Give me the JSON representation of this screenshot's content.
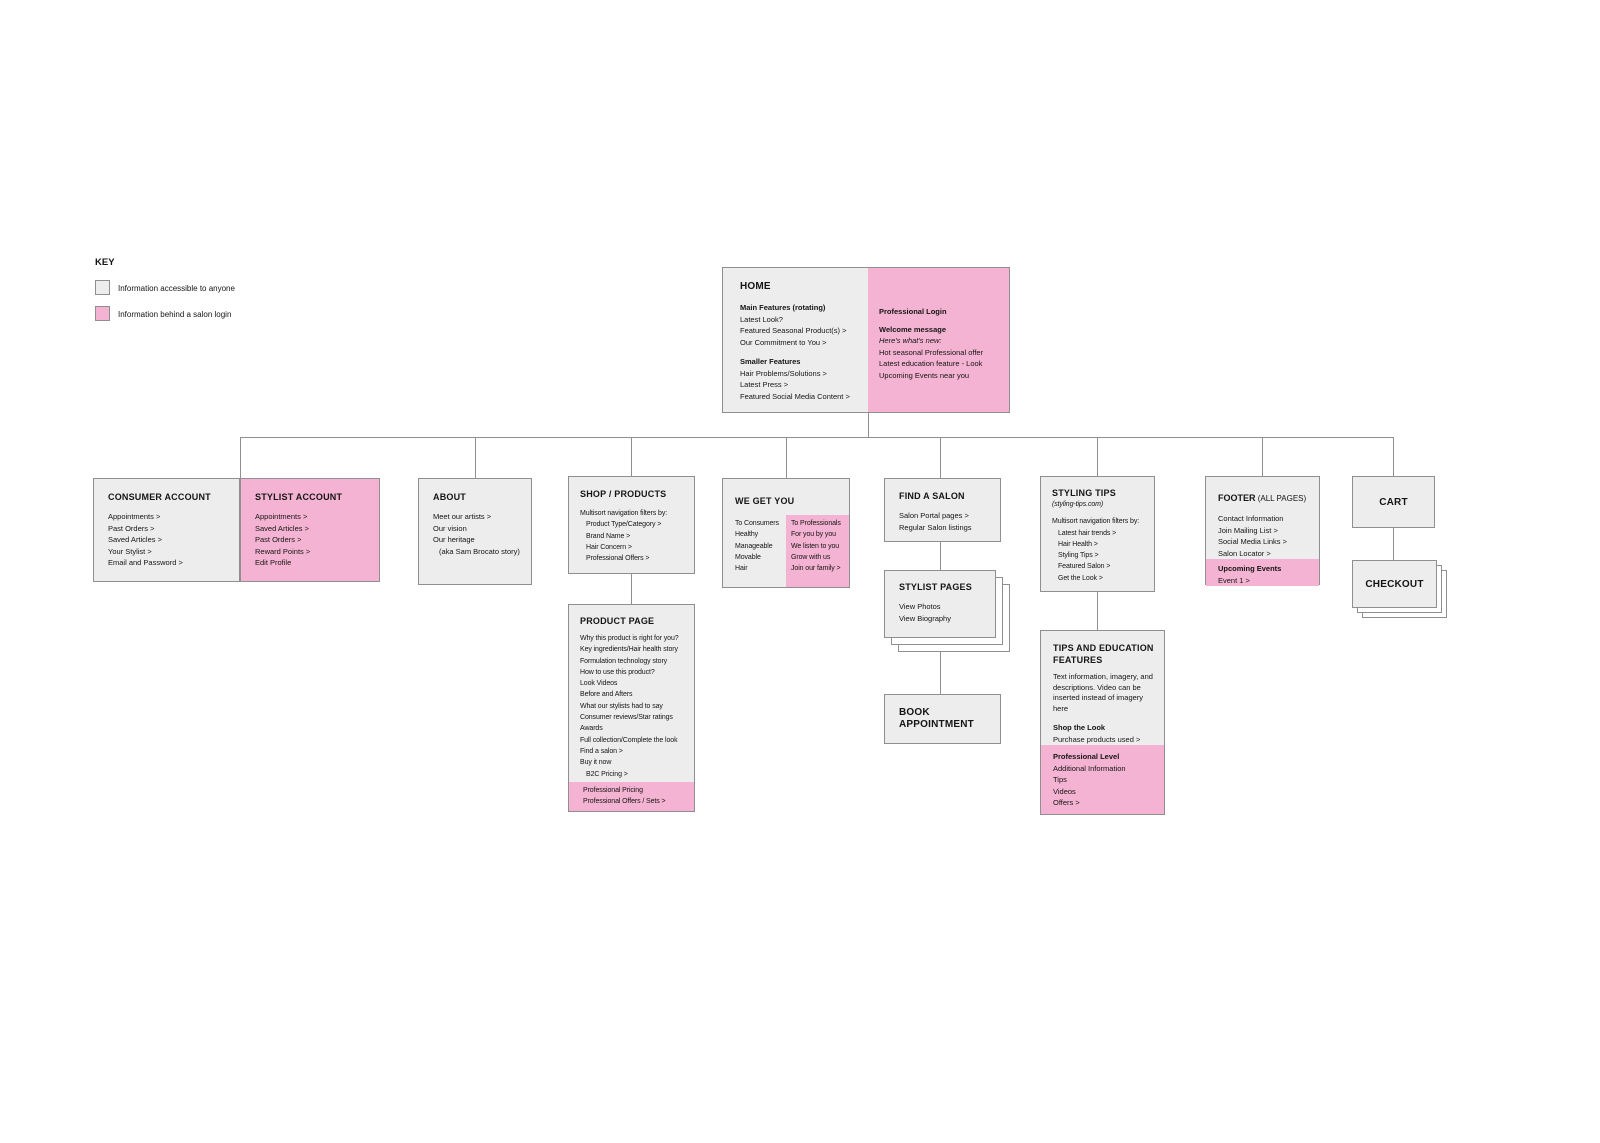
{
  "key": {
    "title": "KEY",
    "public_label": "Information accessible to anyone",
    "login_label": "Information behind a salon login"
  },
  "colors": {
    "public_fill": "#ededed",
    "login_fill": "#f4b3d2",
    "border": "#8f8f8f",
    "connector": "#8f8f8f"
  },
  "home": {
    "title": "HOME",
    "main_features_title": "Main Features (rotating)",
    "main_features": [
      "Latest Look?",
      "Featured Seasonal Product(s) >",
      "Our Commitment to You >"
    ],
    "smaller_features_title": "Smaller Features",
    "smaller_features": [
      "Hair Problems/Solutions >",
      "Latest Press >",
      "Featured Social Media Content >"
    ],
    "pro": {
      "title": "Professional Login",
      "welcome": "Welcome message",
      "whats_new": "Here's what's new:",
      "items": [
        "Hot seasonal Professional offer",
        "Latest education feature - Look",
        "Upcoming Events near you"
      ]
    }
  },
  "consumer_account": {
    "title": "CONSUMER ACCOUNT",
    "items": [
      "Appointments >",
      "Past Orders >",
      "Saved Articles >",
      "Your Stylist >",
      "Email and Password >"
    ]
  },
  "stylist_account": {
    "title": "STYLIST ACCOUNT",
    "items": [
      "Appointments >",
      "Saved Articles >",
      "Past Orders >",
      "Reward Points >",
      "Edit Profile"
    ]
  },
  "about": {
    "title": "ABOUT",
    "items": [
      "Meet our artists >",
      "Our vision",
      "Our heritage",
      "(aka Sam Brocato story)"
    ]
  },
  "shop": {
    "title": "SHOP / PRODUCTS",
    "filters_label": "Multisort navigation filters by:",
    "filters": [
      "Product Type/Category >",
      "Brand Name >",
      "Hair Concern >",
      "Professional Offers >"
    ]
  },
  "product_page": {
    "title": "PRODUCT PAGE",
    "items": [
      "Why this product is right for you?",
      "Key ingredients/Hair health story",
      "Formulation technology story",
      "How to use this product?",
      "Look Videos",
      "Before and Afters",
      "What our stylists had to say",
      "Consumer reviews/Star ratings",
      "Awards",
      "Full collection/Complete the look",
      "Find a salon >",
      "Buy it now",
      "B2C Pricing >"
    ],
    "pro_items": [
      "Professional Pricing",
      "Professional Offers / Sets >"
    ]
  },
  "we_get_you": {
    "title": "WE GET YOU",
    "consumer_items": [
      "To Consumers",
      "Healthy",
      "Manageable",
      "Movable",
      "Hair"
    ],
    "professional_items": [
      "To Professionals",
      "For you by you",
      "We listen to you",
      "Grow with us",
      "Join our family >"
    ]
  },
  "find_a_salon": {
    "title": "FIND A SALON",
    "items": [
      "Salon Portal pages >",
      "Regular Salon listings"
    ]
  },
  "stylist_pages": {
    "title": "STYLIST PAGES",
    "items": [
      "View Photos",
      "View Biography"
    ]
  },
  "book_appointment": {
    "title": "BOOK APPOINTMENT"
  },
  "styling_tips": {
    "title": "STYLING TIPS",
    "domain": "(styling-tips.com)",
    "filters_label": "Multisort navigation filters by:",
    "filters": [
      "Latest hair trends >",
      "Hair Health >",
      "Styling Tips >",
      "Featured Salon >",
      "Get the Look >"
    ]
  },
  "tips_education": {
    "title": "TIPS AND EDUCATION FEATURES",
    "description": "Text information, imagery, and descriptions. Video can be inserted instead of imagery here",
    "shop_look_title": "Shop the Look",
    "shop_look_item": "Purchase products used >",
    "pro_title": "Professional Level",
    "pro_items": [
      "Additional Information",
      "Tips",
      "Videos",
      "Offers >"
    ]
  },
  "footer": {
    "title_bold": "FOOTER",
    "title_rest": " (ALL PAGES)",
    "items": [
      "Contact Information",
      "Join Mailing List >",
      "Social Media Links >",
      "Salon Locator >"
    ],
    "events_title": "Upcoming Events",
    "events_items": [
      "Event 1 >"
    ]
  },
  "cart": {
    "title": "CART"
  },
  "checkout": {
    "title": "CHECKOUT"
  }
}
